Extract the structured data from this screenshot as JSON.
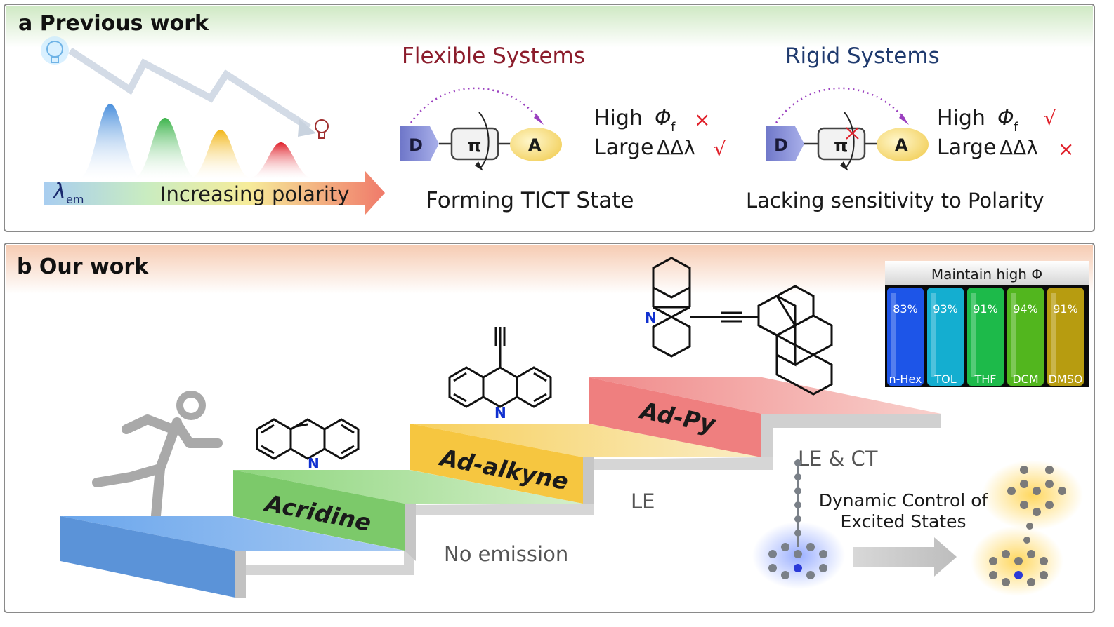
{
  "panel_a": {
    "heading": "a Previous work",
    "polarity_label": "Increasing polarity",
    "lambda_symbol": "λ",
    "lambda_sub": "em",
    "flexible": {
      "title": "Flexible Systems",
      "caption": "Forming TICT State",
      "high_label": "High",
      "high_mark": "×",
      "large_label": "Large",
      "large_mark": "√"
    },
    "rigid": {
      "title": "Rigid Systems",
      "caption": "Lacking sensitivity to Polarity",
      "high_label": "High",
      "high_mark": "√",
      "large_label": "Large",
      "large_mark": "×"
    },
    "phi_symbol": "Φ",
    "phi_sub": "f",
    "delta_symbol": "ΔΔλ",
    "donor": "D",
    "pi": "π",
    "acceptor": "A",
    "colors": {
      "flexible_title": "#8b1c2b",
      "rigid_title": "#1f3a6e",
      "mark": "#e0202a",
      "arrow": "#9a3fbf"
    }
  },
  "panel_b": {
    "heading": "b Our work",
    "steps": {
      "acridine": "Acridine",
      "ad_alkyne": "Ad-alkyne",
      "ad_py": "Ad-Py"
    },
    "emission": {
      "none": "No emission",
      "le": "LE",
      "le_ct": "LE & CT"
    },
    "nitrogen": "N",
    "control_line1": "Dynamic Control of",
    "control_line2": "Excited States",
    "vials": {
      "title": "Maintain high Φ",
      "items": [
        {
          "solvent": "n-Hex",
          "yield": "83%",
          "color": "#1d55e8"
        },
        {
          "solvent": "TOL",
          "yield": "93%",
          "color": "#14aed0"
        },
        {
          "solvent": "THF",
          "yield": "91%",
          "color": "#1dba4a"
        },
        {
          "solvent": "DCM",
          "yield": "94%",
          "color": "#52b61e"
        },
        {
          "solvent": "DMSO",
          "yield": "91%",
          "color": "#b79c10"
        }
      ]
    }
  }
}
